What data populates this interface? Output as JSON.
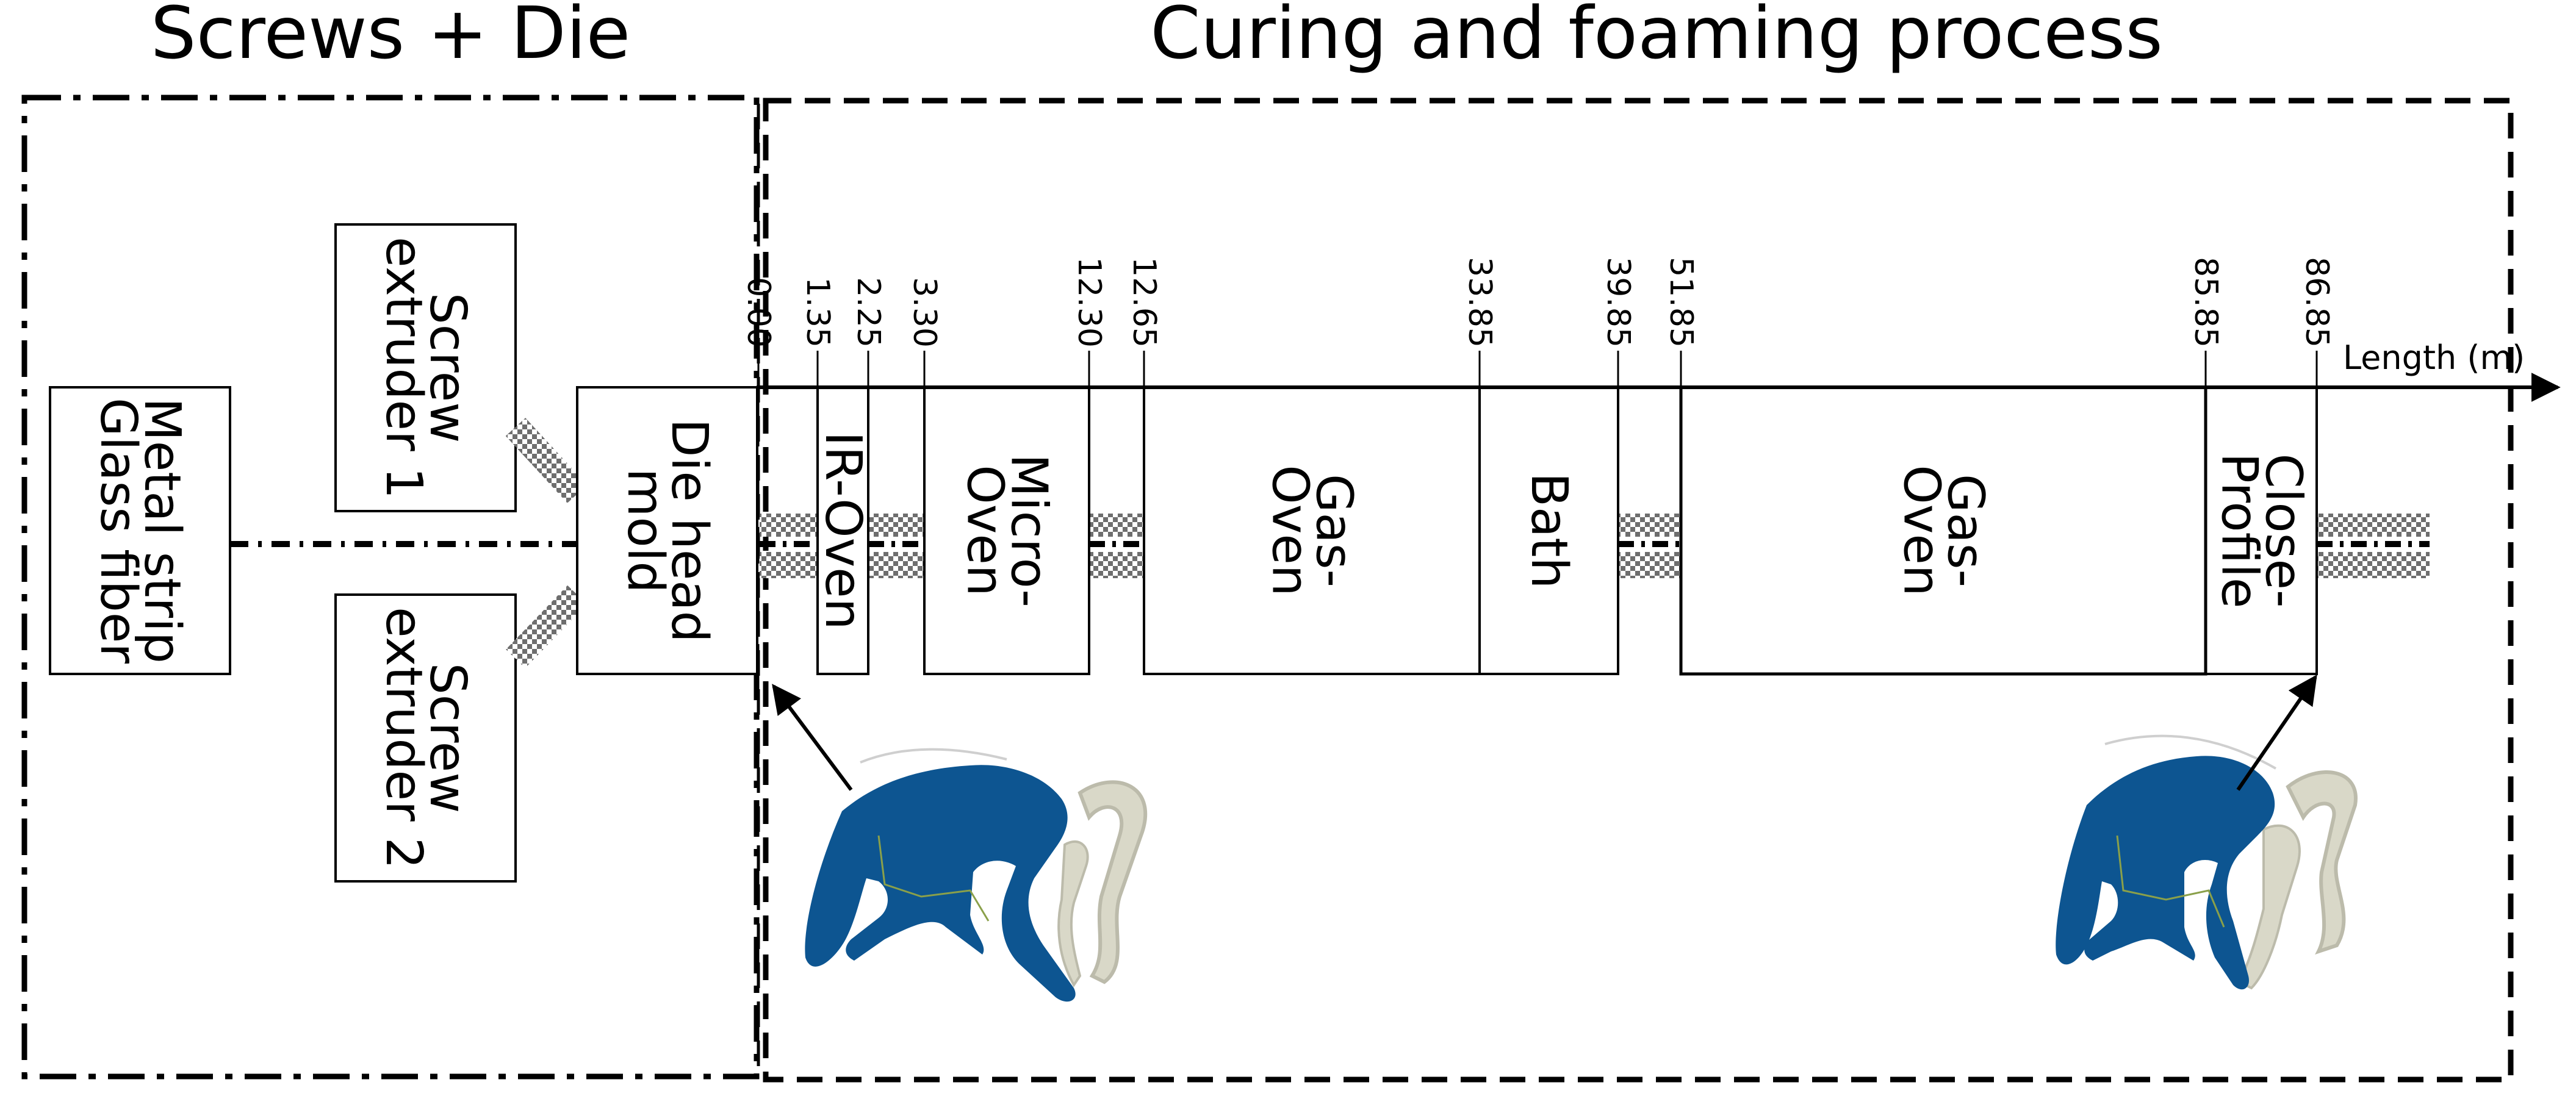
{
  "sections": {
    "left_title": "Screws + Die",
    "right_title": "Curing and foaming process"
  },
  "blocks": {
    "source": [
      "Metal strip",
      "Glass fiber"
    ],
    "extruder1": [
      "Screw",
      "extruder 1"
    ],
    "extruder2": [
      "Screw",
      "extruder 2"
    ],
    "die": [
      "Die head",
      "mold"
    ]
  },
  "axis": {
    "label": "Length (m)",
    "ticks": [
      {
        "id": "t0",
        "label": "0.00"
      },
      {
        "id": "t1",
        "label": "1.35"
      },
      {
        "id": "t2",
        "label": "2.25"
      },
      {
        "id": "t3",
        "label": "3.30"
      },
      {
        "id": "t4",
        "label": "12.30"
      },
      {
        "id": "t5",
        "label": "12.65"
      },
      {
        "id": "t6",
        "label": "33.85"
      },
      {
        "id": "t7",
        "label": "39.85"
      },
      {
        "id": "t8",
        "label": "51.85"
      },
      {
        "id": "t9",
        "label": "85.85"
      },
      {
        "id": "t10",
        "label": "86.85"
      }
    ]
  },
  "stations": [
    {
      "id": "ir-oven",
      "lines": [
        "IR-Oven"
      ]
    },
    {
      "id": "micro-oven",
      "lines": [
        "Micro-",
        "Oven"
      ]
    },
    {
      "id": "gas-oven-1",
      "lines": [
        "Gas-",
        "Oven"
      ]
    },
    {
      "id": "bath",
      "lines": [
        "Bath"
      ]
    },
    {
      "id": "gas-oven-2",
      "lines": [
        "Gas-",
        "Oven"
      ]
    },
    {
      "id": "close-profile",
      "lines": [
        "Close-",
        "Profile"
      ]
    }
  ],
  "colors": {
    "profile_blue": "#0d5591",
    "profile_beige": "#d9d8c8",
    "line": "#000000"
  }
}
